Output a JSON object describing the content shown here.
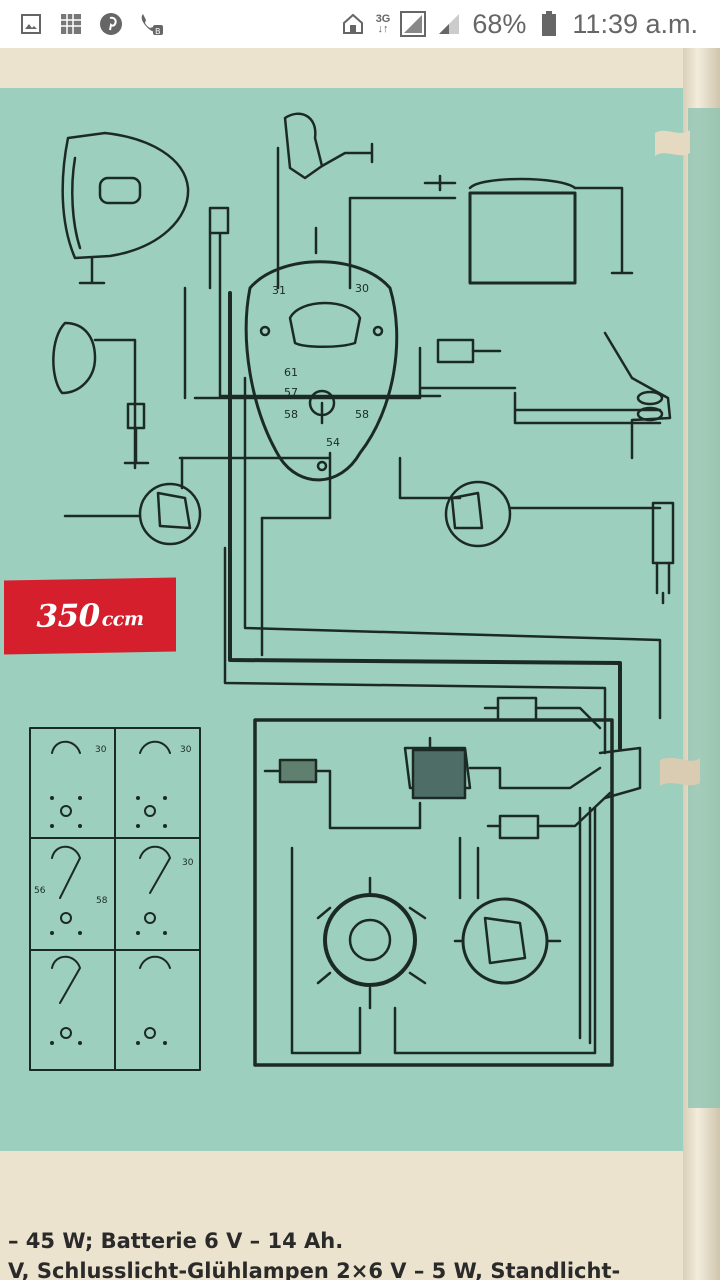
{
  "status_bar": {
    "icons_left": [
      "gallery-icon",
      "app-grid-icon",
      "pinterest-icon",
      "call-forward-icon"
    ],
    "icons_right": [
      "home-icon",
      "network-3g-icon",
      "signal-icon",
      "signal-weak-icon",
      "battery-icon"
    ],
    "network": "3G",
    "battery": "68%",
    "time": "11:39 a.m."
  },
  "photo": {
    "badge": {
      "number": "350",
      "unit": "ccm",
      "color": "#d61f2c"
    },
    "terminals": {
      "t31": "31",
      "t30": "30",
      "t61": "61",
      "t57": "57",
      "t58a": "58",
      "t58b": "58",
      "t54": "54",
      "t30b": "30",
      "t30c": "30",
      "t30d": "30",
      "t56": "56",
      "t58c": "58"
    },
    "caption_lines": [
      "– 45 W; Batterie 6 V – 14 Ah.",
      "V, Schlusslicht-Glühlampen 2×6 V – 5 W, Standlicht-"
    ],
    "colors": {
      "plate": "#9ccfbd",
      "paper": "#ece3cf",
      "ink": "#1c2a26"
    }
  }
}
